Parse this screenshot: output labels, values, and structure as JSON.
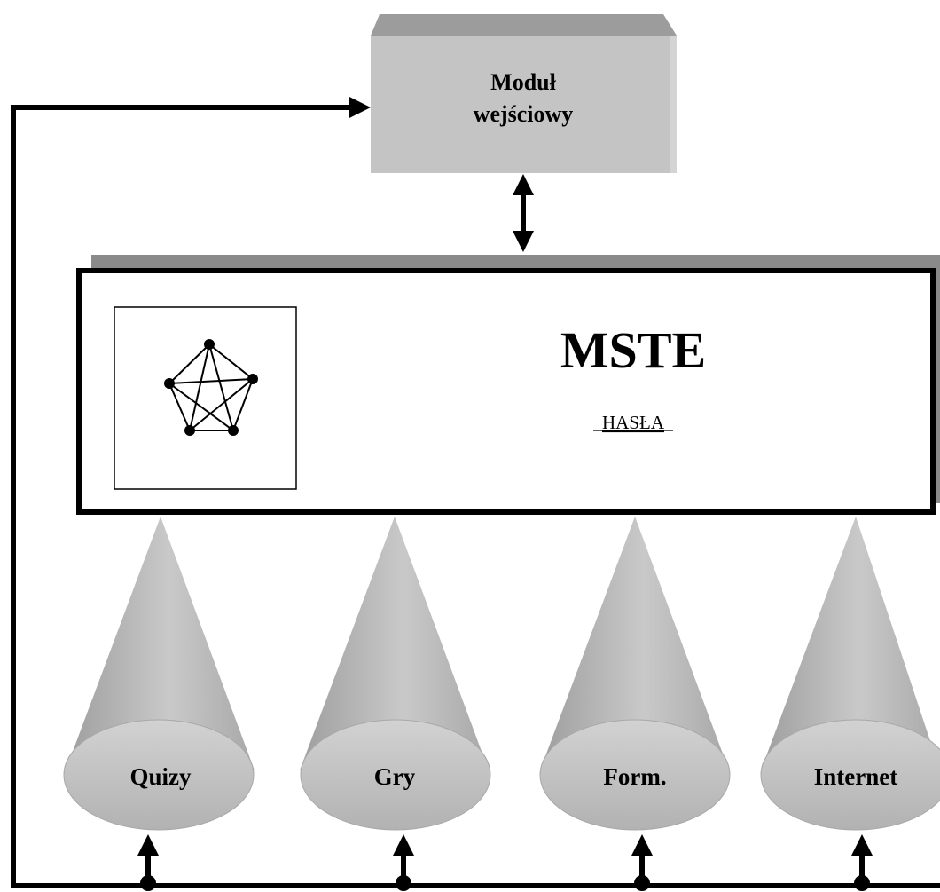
{
  "input_module": {
    "line1": "Moduł",
    "line2": "wejściowy"
  },
  "main_box": {
    "title": "MSTE",
    "subtitle": "HASŁA"
  },
  "cones": [
    {
      "label": "Quizy"
    },
    {
      "label": "Gry"
    },
    {
      "label": "Form."
    },
    {
      "label": "Internet"
    }
  ],
  "colors": {
    "box_fill": "#c4c4c4",
    "box_top": "#9c9c9c",
    "shadow": "#8a8a8a",
    "cone": "#bdbdbd",
    "line": "#000000"
  }
}
